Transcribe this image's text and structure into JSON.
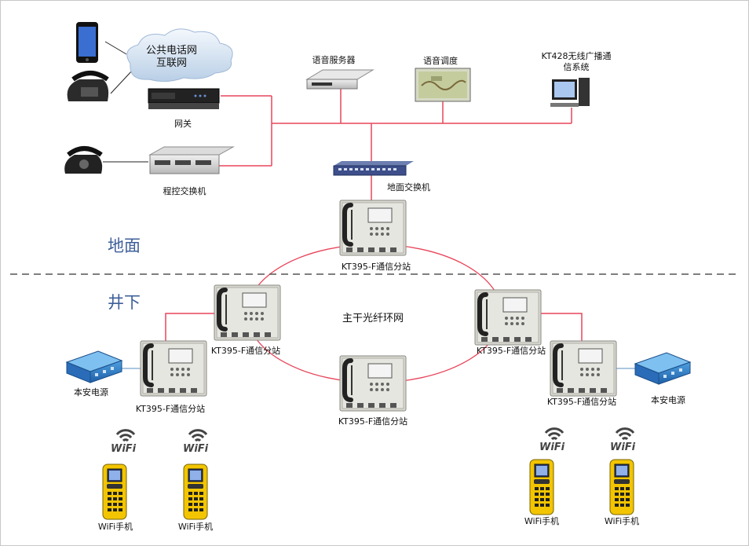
{
  "nodes": {
    "cloud": {
      "line1": "公共电话网",
      "line2": "互联网"
    },
    "gateway": "网关",
    "pbx": "程控交换机",
    "voice_server": "语音服务器",
    "voice_dispatch": "语音调度",
    "kt428": {
      "line1": "KT428无线广播通",
      "line2": "信系统"
    },
    "ground_switch": "地面交换机",
    "station_top": "KT395-F通信分站",
    "station_left": "KT395-F通信分站",
    "station_right": "KT395-F通信分站",
    "station_bottom": "KT395-F通信分站",
    "station_far_left": "KT395-F通信分站",
    "station_far_right": "KT395-F通信分站",
    "ring_label": "主干光纤环网",
    "power_left": "本安电源",
    "power_right": "本安电源",
    "wifi_phone_1": "WiFi手机",
    "wifi_phone_2": "WiFi手机",
    "wifi_phone_3": "WiFi手机",
    "wifi_phone_4": "WiFi手机",
    "wifi_logo": "WiFi"
  },
  "zones": {
    "surface": "地面",
    "underground": "井下"
  },
  "colors": {
    "link": "#e8455a",
    "ring": "#e8455a",
    "divider": "#555555",
    "zone_text": "#3f5f9a",
    "phone_yellow": "#f2c500"
  }
}
